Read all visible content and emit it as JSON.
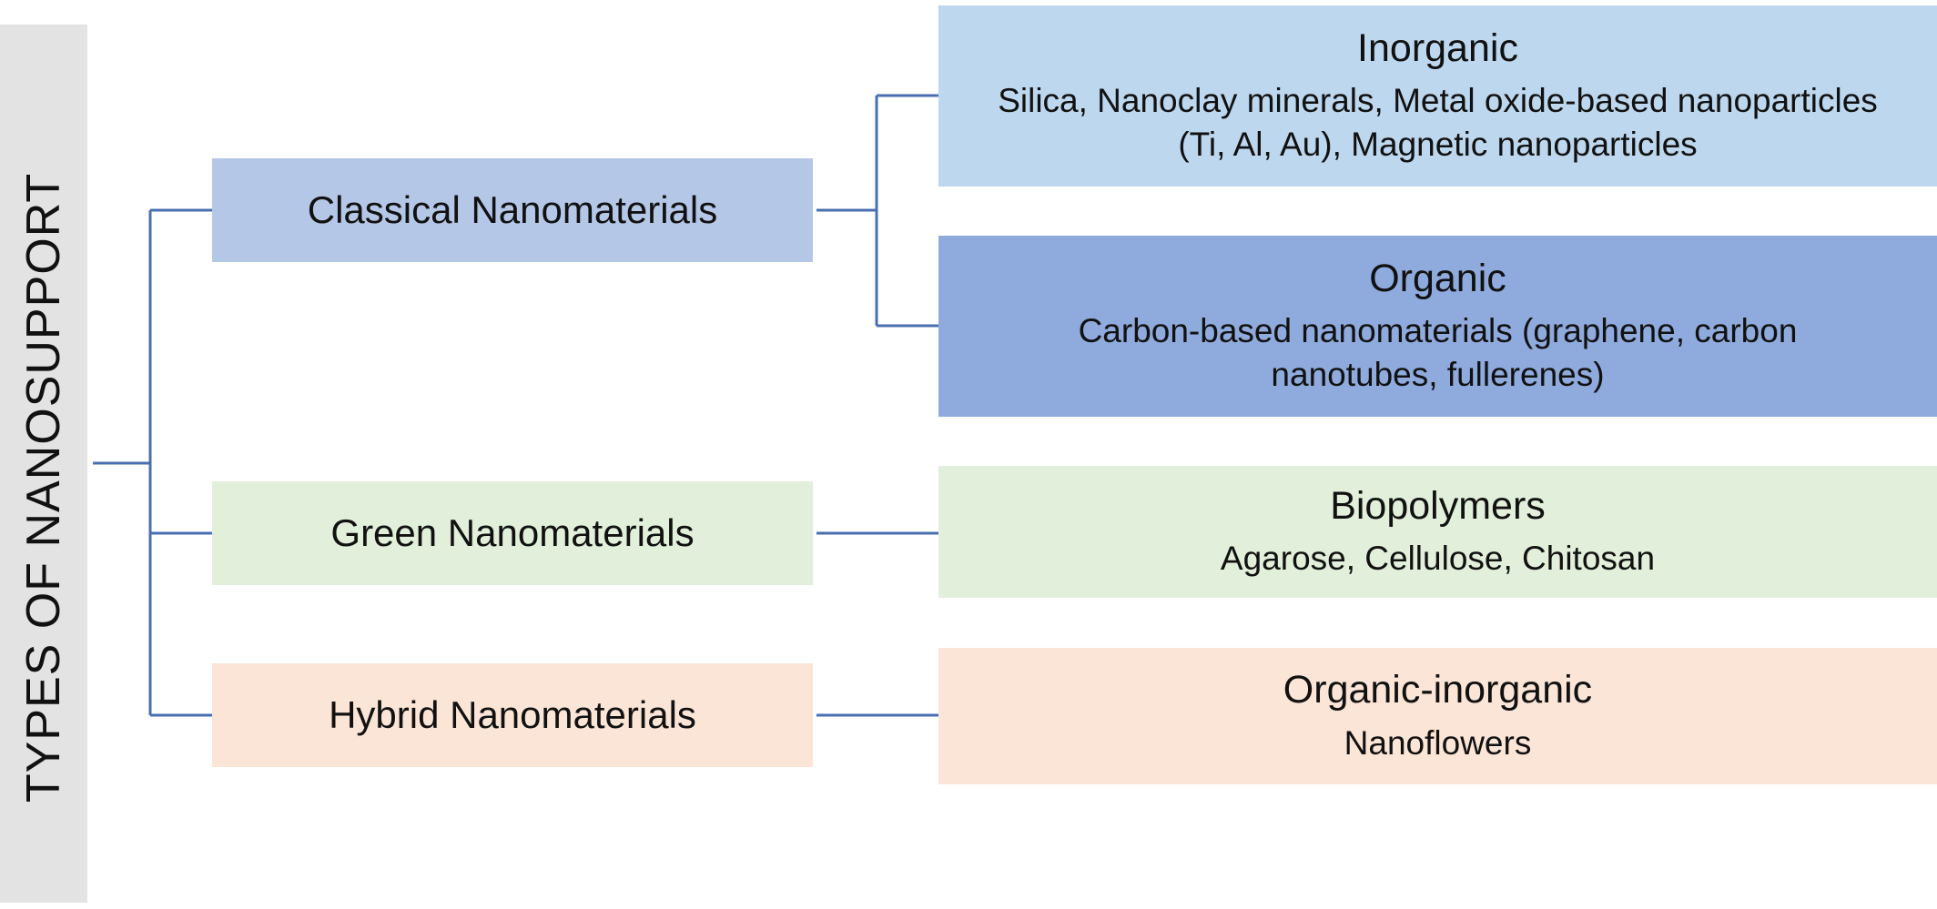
{
  "root": {
    "label": "TYPES OF NANOSUPPORT"
  },
  "categories": [
    {
      "label": "Classical Nanomaterials",
      "children": [
        {
          "title": "Inorganic",
          "description": "Silica, Nanoclay minerals, Metal oxide-based nanoparticles (Ti, Al, Au), Magnetic nanoparticles"
        },
        {
          "title": "Organic",
          "description": "Carbon-based nanomaterials (graphene, carbon nanotubes, fullerenes)"
        }
      ]
    },
    {
      "label": "Green Nanomaterials",
      "children": [
        {
          "title": "Biopolymers",
          "description": "Agarose, Cellulose, Chitosan"
        }
      ]
    },
    {
      "label": "Hybrid Nanomaterials",
      "children": [
        {
          "title": "Organic-inorganic",
          "description": "Nanoflowers"
        }
      ]
    }
  ],
  "colors": {
    "root_bar": "#e3e3e3",
    "connector": "#4a6fb0",
    "classical": "#b4c7e7",
    "inorganic": "#bdd7ee",
    "organic": "#8faadc",
    "green": "#e2efda",
    "hybrid": "#fbe5d6"
  }
}
